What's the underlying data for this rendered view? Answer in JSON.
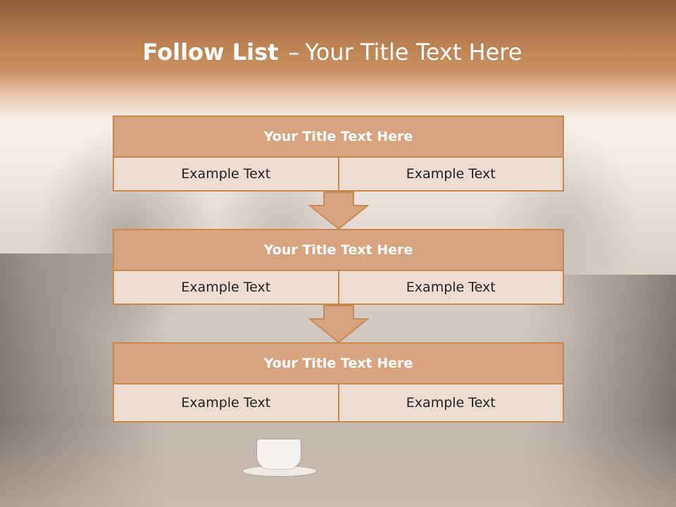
{
  "title": {
    "strong": "Follow List",
    "dash": "–",
    "rest": "Your Title Text Here"
  },
  "blocks": [
    {
      "title": "Your Title Text Here",
      "left": "Example Text",
      "right": "Example Text"
    },
    {
      "title": "Your Title Text Here",
      "left": "Example Text",
      "right": "Example Text"
    },
    {
      "title": "Your Title Text Here",
      "left": "Example Text",
      "right": "Example Text"
    }
  ],
  "colors": {
    "accent": "#c98a52",
    "header_fill": "#d7a47f",
    "cell_fill": "#ecdcd2"
  }
}
